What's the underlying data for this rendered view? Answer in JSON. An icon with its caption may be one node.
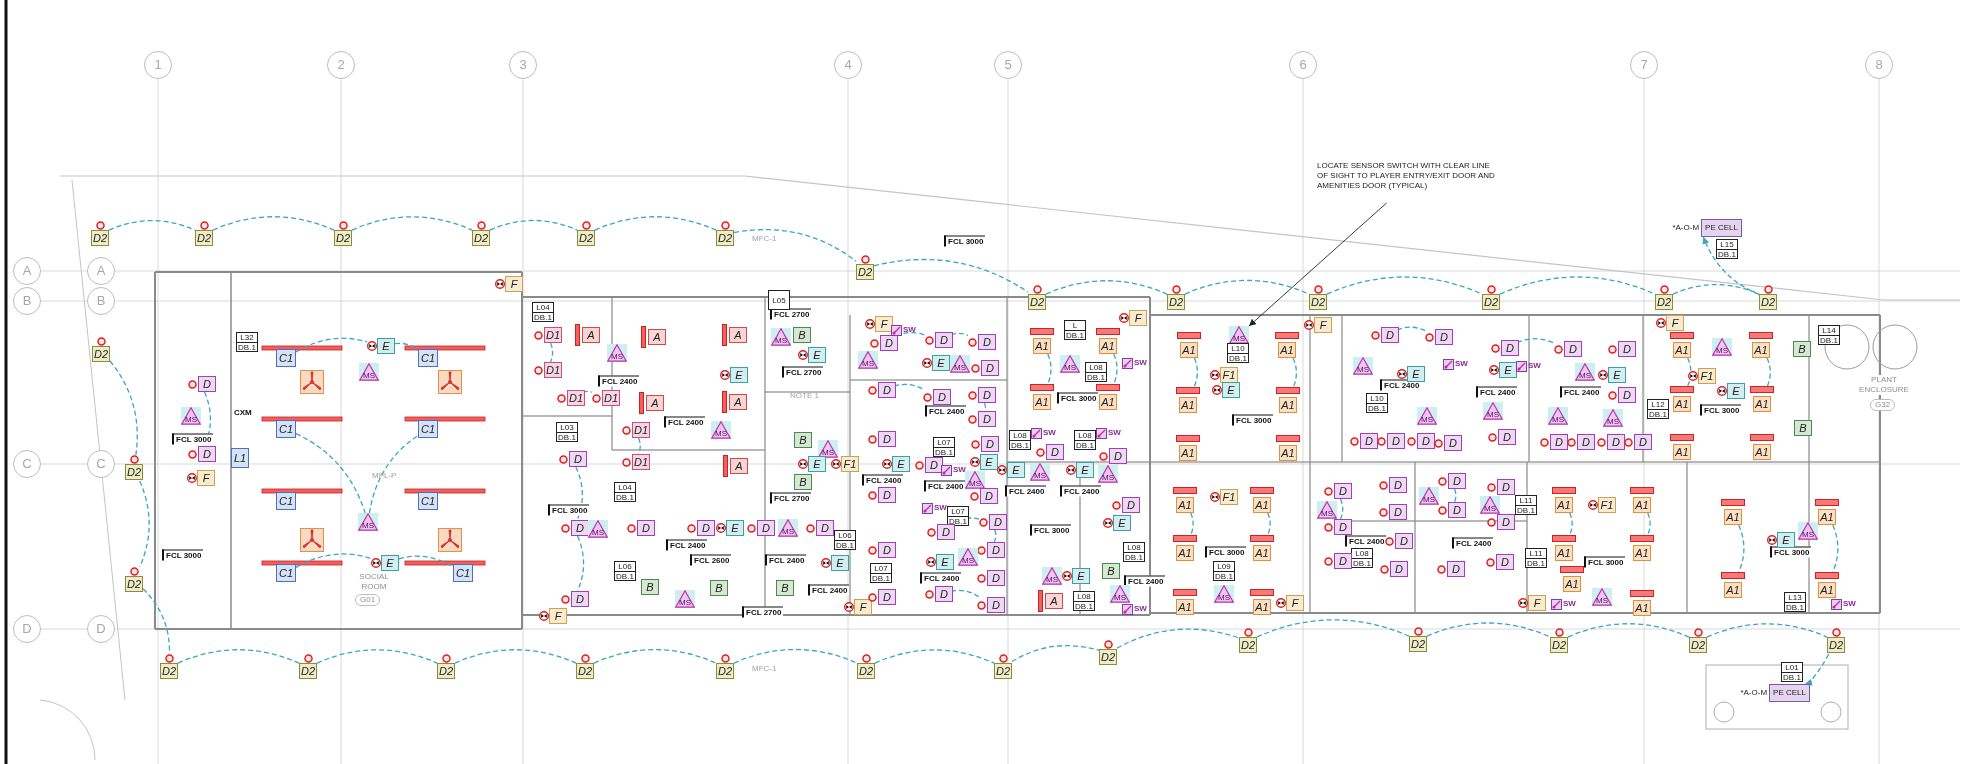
{
  "diagram": {
    "nodes": [
      {
        "text": [
          "1"
        ]
      },
      {
        "text": [
          "2"
        ]
      },
      {
        "text": [
          "3"
        ]
      },
      {
        "text": [
          "4"
        ]
      },
      {
        "text": [
          "5"
        ]
      },
      {
        "text": [
          "6"
        ]
      },
      {
        "text": [
          "7"
        ]
      },
      {
        "text": [
          "8"
        ]
      },
      {
        "text": [
          "A"
        ]
      },
      {
        "text": [
          "A"
        ]
      },
      {
        "text": [
          "B"
        ]
      },
      {
        "text": [
          "B"
        ]
      },
      {
        "text": [
          "C"
        ]
      },
      {
        "text": [
          "C"
        ]
      },
      {
        "text": [
          "D"
        ]
      },
      {
        "text": [
          "D"
        ]
      },
      {
        "text": [
          "LOCATE SENSOR SWITCH WITH CLEAR LINE OF SIGHT TO PLAYER ENTRY/EXIT DOOR AND AMENITIES DOOR (TYPICAL)"
        ]
      },
      {
        "text": [
          "*A-O-M",
          "PE CELL"
        ]
      },
      {
        "text": [
          "L15",
          "DB.1"
        ]
      },
      {
        "text": [
          "*A-O-M",
          "PE CELL"
        ]
      },
      {
        "text": [
          "L01",
          "DB.1"
        ]
      },
      {
        "text": [
          "D2"
        ]
      },
      {
        "text": [
          "D2"
        ]
      },
      {
        "text": [
          "D2"
        ]
      },
      {
        "text": [
          "D2"
        ]
      },
      {
        "text": [
          "D2"
        ]
      },
      {
        "text": [
          "D2"
        ]
      },
      {
        "text": [
          "D2"
        ]
      },
      {
        "text": [
          "D2"
        ]
      },
      {
        "text": [
          "D2"
        ]
      },
      {
        "text": [
          "D2"
        ]
      },
      {
        "text": [
          "D2"
        ]
      },
      {
        "text": [
          "D2"
        ]
      },
      {
        "text": [
          "D2"
        ]
      },
      {
        "text": [
          "D2"
        ]
      },
      {
        "text": [
          "D2"
        ]
      },
      {
        "text": [
          "D2"
        ]
      },
      {
        "text": [
          "D2"
        ]
      },
      {
        "text": [
          "D2"
        ]
      },
      {
        "text": [
          "D2"
        ]
      },
      {
        "text": [
          "D2"
        ]
      },
      {
        "text": [
          "D2"
        ]
      },
      {
        "text": [
          "D2"
        ]
      },
      {
        "text": [
          "D2"
        ]
      },
      {
        "text": [
          "D2"
        ]
      },
      {
        "text": [
          "D2"
        ]
      },
      {
        "text": [
          "D2"
        ]
      },
      {
        "text": [
          "D2"
        ]
      },
      {
        "text": [
          "D2"
        ]
      },
      {
        "text": [
          "D2"
        ]
      },
      {
        "text": [
          "L32",
          "DB.1"
        ]
      },
      {
        "text": [
          "C1"
        ]
      },
      {
        "text": [
          "C1"
        ]
      },
      {
        "text": [
          "E"
        ]
      },
      {
        "text": [
          "MS"
        ]
      },
      {
        "text": [
          "C1"
        ]
      },
      {
        "text": [
          "C1"
        ]
      },
      {
        "text": [
          "C1"
        ]
      },
      {
        "text": [
          "C1"
        ]
      },
      {
        "text": [
          "MS"
        ]
      },
      {
        "text": [
          "C1"
        ]
      },
      {
        "text": [
          "E"
        ]
      },
      {
        "text": [
          "C1"
        ]
      },
      {
        "text": [
          "D"
        ]
      },
      {
        "text": [
          "MS"
        ]
      },
      {
        "text": [
          "D"
        ]
      },
      {
        "text": [
          "L1"
        ]
      },
      {
        "text": [
          "F"
        ]
      },
      {
        "text": [
          "F"
        ]
      },
      {
        "text": [
          "L04",
          "DB.1"
        ]
      },
      {
        "text": [
          "D1"
        ]
      },
      {
        "text": [
          "D1"
        ]
      },
      {
        "text": [
          "A"
        ]
      },
      {
        "text": [
          "MS"
        ]
      },
      {
        "text": [
          "D1"
        ]
      },
      {
        "text": [
          "D1"
        ]
      },
      {
        "text": [
          "D1"
        ]
      },
      {
        "text": [
          "D1"
        ]
      },
      {
        "text": [
          "A"
        ]
      },
      {
        "text": [
          "A"
        ]
      },
      {
        "text": [
          "A"
        ]
      },
      {
        "text": [
          "A"
        ]
      },
      {
        "text": [
          "A"
        ]
      },
      {
        "text": [
          "L03",
          "DB.1"
        ]
      },
      {
        "text": [
          "D"
        ]
      },
      {
        "text": [
          "D"
        ]
      },
      {
        "text": [
          "MS"
        ]
      },
      {
        "text": [
          "D"
        ]
      },
      {
        "text": [
          "F"
        ]
      },
      {
        "text": [
          "D"
        ]
      },
      {
        "text": [
          "L06",
          "DB.1"
        ]
      },
      {
        "text": [
          "B"
        ]
      },
      {
        "text": [
          "L04",
          "DB.1"
        ]
      },
      {
        "text": [
          "E"
        ]
      },
      {
        "text": [
          "MS"
        ]
      },
      {
        "text": [
          "L05"
        ]
      },
      {
        "text": [
          "MS"
        ]
      },
      {
        "text": [
          "B"
        ]
      },
      {
        "text": [
          "E"
        ]
      },
      {
        "text": [
          "B"
        ]
      },
      {
        "text": [
          "MS"
        ]
      },
      {
        "text": [
          "E"
        ]
      },
      {
        "text": [
          "F1"
        ]
      },
      {
        "text": [
          "B"
        ]
      },
      {
        "text": [
          "D"
        ]
      },
      {
        "text": [
          "E"
        ]
      },
      {
        "text": [
          "D"
        ]
      },
      {
        "text": [
          "MS"
        ]
      },
      {
        "text": [
          "D"
        ]
      },
      {
        "text": [
          "L06",
          "DB.1"
        ]
      },
      {
        "text": [
          "B"
        ]
      },
      {
        "text": [
          "MS"
        ]
      },
      {
        "text": [
          "B"
        ]
      },
      {
        "text": [
          "E"
        ]
      },
      {
        "text": [
          "F"
        ]
      },
      {
        "text": [
          "F"
        ]
      },
      {
        "text": [
          "D"
        ]
      },
      {
        "text": [
          "MS"
        ]
      },
      {
        "text": [
          "SW"
        ]
      },
      {
        "text": [
          "D"
        ]
      },
      {
        "text": [
          "E"
        ]
      },
      {
        "text": [
          "MS"
        ]
      },
      {
        "text": [
          "D"
        ]
      },
      {
        "text": [
          "D"
        ]
      },
      {
        "text": [
          "D"
        ]
      },
      {
        "text": [
          "D"
        ]
      },
      {
        "text": [
          "D"
        ]
      },
      {
        "text": [
          "D"
        ]
      },
      {
        "text": [
          "D"
        ]
      },
      {
        "text": [
          "E"
        ]
      },
      {
        "text": [
          "D"
        ]
      },
      {
        "text": [
          "L07",
          "DB.1"
        ]
      },
      {
        "text": [
          "SW"
        ]
      },
      {
        "text": [
          "D"
        ]
      },
      {
        "text": [
          "E"
        ]
      },
      {
        "text": [
          "MS"
        ]
      },
      {
        "text": [
          "D"
        ]
      },
      {
        "text": [
          "D"
        ]
      },
      {
        "text": [
          "D"
        ]
      },
      {
        "text": [
          "L07",
          "DB.1"
        ]
      },
      {
        "text": [
          "D"
        ]
      },
      {
        "text": [
          "SW"
        ]
      },
      {
        "text": [
          "L07",
          "DB.1"
        ]
      },
      {
        "text": [
          "D"
        ]
      },
      {
        "text": [
          "D"
        ]
      },
      {
        "text": [
          "D"
        ]
      },
      {
        "text": [
          "E"
        ]
      },
      {
        "text": [
          "MS"
        ]
      },
      {
        "text": [
          "D"
        ]
      },
      {
        "text": [
          "D"
        ]
      },
      {
        "text": [
          "D"
        ]
      },
      {
        "text": [
          "A1"
        ]
      },
      {
        "text": [
          "L",
          "DB.1"
        ]
      },
      {
        "text": [
          "A1"
        ]
      },
      {
        "text": [
          "F"
        ]
      },
      {
        "text": [
          "MS"
        ]
      },
      {
        "text": [
          "L08",
          "DB.1"
        ]
      },
      {
        "text": [
          "SW"
        ]
      },
      {
        "text": [
          "A1"
        ]
      },
      {
        "text": [
          "A1"
        ]
      },
      {
        "text": [
          "L08",
          "DB.1"
        ]
      },
      {
        "text": [
          "SW"
        ]
      },
      {
        "text": [
          "D"
        ]
      },
      {
        "text": [
          "E"
        ]
      },
      {
        "text": [
          "MS"
        ]
      },
      {
        "text": [
          "L08",
          "DB.1"
        ]
      },
      {
        "text": [
          "SW"
        ]
      },
      {
        "text": [
          "D"
        ]
      },
      {
        "text": [
          "E"
        ]
      },
      {
        "text": [
          "MS"
        ]
      },
      {
        "text": [
          "D"
        ]
      },
      {
        "text": [
          "MS"
        ]
      },
      {
        "text": [
          "E"
        ]
      },
      {
        "text": [
          "A"
        ]
      },
      {
        "text": [
          "L08",
          "DB.1"
        ]
      },
      {
        "text": [
          "E"
        ]
      },
      {
        "text": [
          "L08",
          "DB.1"
        ]
      },
      {
        "text": [
          "B"
        ]
      },
      {
        "text": [
          "MS"
        ]
      },
      {
        "text": [
          "SW"
        ]
      },
      {
        "text": [
          "A1"
        ]
      },
      {
        "text": [
          "MS"
        ]
      },
      {
        "text": [
          "L10",
          "DB.1"
        ]
      },
      {
        "text": [
          "A1"
        ]
      },
      {
        "text": [
          "F1"
        ]
      },
      {
        "text": [
          "A1"
        ]
      },
      {
        "text": [
          "E"
        ]
      },
      {
        "text": [
          "A1"
        ]
      },
      {
        "text": [
          "A1"
        ]
      },
      {
        "text": [
          "A1"
        ]
      },
      {
        "text": [
          "A1"
        ]
      },
      {
        "text": [
          "F1"
        ]
      },
      {
        "text": [
          "A1"
        ]
      },
      {
        "text": [
          "A1"
        ]
      },
      {
        "text": [
          "A1"
        ]
      },
      {
        "text": [
          "L09",
          "DB.1"
        ]
      },
      {
        "text": [
          "A1"
        ]
      },
      {
        "text": [
          "MS"
        ]
      },
      {
        "text": [
          "A1"
        ]
      },
      {
        "text": [
          "F"
        ]
      },
      {
        "text": [
          "F"
        ]
      },
      {
        "text": [
          "D"
        ]
      },
      {
        "text": [
          "D"
        ]
      },
      {
        "text": [
          "MS"
        ]
      },
      {
        "text": [
          "E"
        ]
      },
      {
        "text": [
          "SW"
        ]
      },
      {
        "text": [
          "D"
        ]
      },
      {
        "text": [
          "E"
        ]
      },
      {
        "text": [
          "SW"
        ]
      },
      {
        "text": [
          "D"
        ]
      },
      {
        "text": [
          "MS"
        ]
      },
      {
        "text": [
          "E"
        ]
      },
      {
        "text": [
          "D"
        ]
      },
      {
        "text": [
          "L10",
          "DB.1"
        ]
      },
      {
        "text": [
          "MS"
        ]
      },
      {
        "text": [
          "D"
        ]
      },
      {
        "text": [
          "D"
        ]
      },
      {
        "text": [
          "D"
        ]
      },
      {
        "text": [
          "D"
        ]
      },
      {
        "text": [
          "MS"
        ]
      },
      {
        "text": [
          "D"
        ]
      },
      {
        "text": [
          "D"
        ]
      },
      {
        "text": [
          "MS"
        ]
      },
      {
        "text": [
          "MS"
        ]
      },
      {
        "text": [
          "D"
        ]
      },
      {
        "text": [
          "D"
        ]
      },
      {
        "text": [
          "D"
        ]
      },
      {
        "text": [
          "D"
        ]
      },
      {
        "text": [
          "F"
        ]
      },
      {
        "text": [
          "A1"
        ]
      },
      {
        "text": [
          "MS"
        ]
      },
      {
        "text": [
          "A1"
        ]
      },
      {
        "text": [
          "F1"
        ]
      },
      {
        "text": [
          "A1"
        ]
      },
      {
        "text": [
          "E"
        ]
      },
      {
        "text": [
          "A1"
        ]
      },
      {
        "text": [
          "L12",
          "DB.1"
        ]
      },
      {
        "text": [
          "A1"
        ]
      },
      {
        "text": [
          "A1"
        ]
      },
      {
        "text": [
          "B"
        ]
      },
      {
        "text": [
          "L14",
          "DB.1"
        ]
      },
      {
        "text": [
          "B"
        ]
      },
      {
        "text": [
          "D"
        ]
      },
      {
        "text": [
          "MS"
        ]
      },
      {
        "text": [
          "D"
        ]
      },
      {
        "text": [
          "D"
        ]
      },
      {
        "text": [
          "D"
        ]
      },
      {
        "text": [
          "L08",
          "DB.1"
        ]
      },
      {
        "text": [
          "D"
        ]
      },
      {
        "text": [
          "D"
        ]
      },
      {
        "text": [
          "D"
        ]
      },
      {
        "text": [
          "D"
        ]
      },
      {
        "text": [
          "MS"
        ]
      },
      {
        "text": [
          "D"
        ]
      },
      {
        "text": [
          "MS"
        ]
      },
      {
        "text": [
          "D"
        ]
      },
      {
        "text": [
          "D"
        ]
      },
      {
        "text": [
          "D"
        ]
      },
      {
        "text": [
          "D"
        ]
      },
      {
        "text": [
          "L11",
          "DB.1"
        ]
      },
      {
        "text": [
          "A1"
        ]
      },
      {
        "text": [
          "F1"
        ]
      },
      {
        "text": [
          "A1"
        ]
      },
      {
        "text": [
          "A1"
        ]
      },
      {
        "text": [
          "A1"
        ]
      },
      {
        "text": [
          "L11",
          "DB.1"
        ]
      },
      {
        "text": [
          "A1"
        ]
      },
      {
        "text": [
          "A1"
        ]
      },
      {
        "text": [
          "MS"
        ]
      },
      {
        "text": [
          "F"
        ]
      },
      {
        "text": [
          "SW"
        ]
      },
      {
        "text": [
          "A1"
        ]
      },
      {
        "text": [
          "A1"
        ]
      },
      {
        "text": [
          "E"
        ]
      },
      {
        "text": [
          "MS"
        ]
      },
      {
        "text": [
          "A1"
        ]
      },
      {
        "text": [
          "A1"
        ]
      },
      {
        "text": [
          "L13",
          "DB.1"
        ]
      },
      {
        "text": [
          "SW"
        ]
      }
    ],
    "edges": [
      {
        "from": 21,
        "to": 22,
        "arrow": "none",
        "style": "dashed"
      },
      {
        "from": 22,
        "to": 23,
        "arrow": "none",
        "style": "dashed"
      },
      {
        "from": 23,
        "to": 24,
        "arrow": "none",
        "style": "dashed"
      },
      {
        "from": 24,
        "to": 25,
        "arrow": "none",
        "style": "dashed"
      },
      {
        "from": 25,
        "to": 26,
        "arrow": "none",
        "style": "dashed"
      },
      {
        "from": 26,
        "to": 27,
        "arrow": "none",
        "style": "dashed"
      },
      {
        "from": 27,
        "to": 28,
        "arrow": "none",
        "style": "dashed"
      },
      {
        "from": 28,
        "to": 29,
        "arrow": "none",
        "style": "dashed"
      },
      {
        "from": 29,
        "to": 30,
        "arrow": "none",
        "style": "dashed"
      },
      {
        "from": 30,
        "to": 31,
        "arrow": "none",
        "style": "dashed"
      },
      {
        "from": 31,
        "to": 32,
        "arrow": "none",
        "style": "dashed"
      },
      {
        "from": 32,
        "to": 33,
        "arrow": "none",
        "style": "dashed"
      },
      {
        "from": 33,
        "to": 17,
        "arrow": "to",
        "style": "dashed"
      },
      {
        "from": 34,
        "to": 35,
        "arrow": "none",
        "style": "dashed"
      },
      {
        "from": 35,
        "to": 36,
        "arrow": "none",
        "style": "dashed"
      },
      {
        "from": 36,
        "to": 37,
        "arrow": "none",
        "style": "dashed"
      },
      {
        "from": 37,
        "to": 38,
        "arrow": "none",
        "style": "dashed"
      },
      {
        "from": 38,
        "to": 39,
        "arrow": "none",
        "style": "dashed"
      },
      {
        "from": 39,
        "to": 40,
        "arrow": "none",
        "style": "dashed"
      },
      {
        "from": 40,
        "to": 41,
        "arrow": "none",
        "style": "dashed"
      },
      {
        "from": 41,
        "to": 42,
        "arrow": "none",
        "style": "dashed"
      },
      {
        "from": 42,
        "to": 43,
        "arrow": "none",
        "style": "dashed"
      },
      {
        "from": 43,
        "to": 44,
        "arrow": "none",
        "style": "dashed"
      },
      {
        "from": 44,
        "to": 45,
        "arrow": "none",
        "style": "dashed"
      },
      {
        "from": 45,
        "to": 46,
        "arrow": "none",
        "style": "dashed"
      },
      {
        "from": 46,
        "to": 47,
        "arrow": "none",
        "style": "dashed"
      },
      {
        "from": 47,
        "to": 48,
        "arrow": "none",
        "style": "dashed"
      },
      {
        "from": 48,
        "to": 49,
        "arrow": "none",
        "style": "dashed"
      },
      {
        "from": 49,
        "to": 19,
        "arrow": "to",
        "style": "dashed"
      },
      {
        "from": 16,
        "to": 181,
        "arrow": "to",
        "color": "#222222"
      },
      {
        "from": 51,
        "to": 53,
        "arrow": "none",
        "style": "dashed"
      },
      {
        "from": 53,
        "to": 52,
        "arrow": "none",
        "style": "dashed"
      },
      {
        "from": 55,
        "to": 59,
        "arrow": "none",
        "style": "dashed"
      },
      {
        "from": 59,
        "to": 56,
        "arrow": "none",
        "style": "dashed"
      },
      {
        "from": 60,
        "to": 61,
        "arrow": "none",
        "style": "dashed"
      },
      {
        "from": 61,
        "to": 62,
        "arrow": "none",
        "style": "dashed"
      },
      {
        "from": 63,
        "to": 65,
        "arrow": "none",
        "style": "dashed"
      },
      {
        "from": 70,
        "to": 71,
        "arrow": "none",
        "style": "dashed"
      },
      {
        "from": 74,
        "to": 75,
        "arrow": "none",
        "style": "dashed"
      },
      {
        "from": 76,
        "to": 77,
        "arrow": "none",
        "style": "dashed"
      },
      {
        "from": 84,
        "to": 85,
        "arrow": "none",
        "style": "dashed"
      },
      {
        "from": 85,
        "to": 87,
        "arrow": "none",
        "style": "dashed"
      },
      {
        "from": 116,
        "to": 119,
        "arrow": "none",
        "style": "dashed"
      },
      {
        "from": 119,
        "to": 122,
        "arrow": "none",
        "style": "dashed"
      },
      {
        "from": 124,
        "to": 125,
        "arrow": "none",
        "style": "dashed"
      },
      {
        "from": 126,
        "to": 127,
        "arrow": "none",
        "style": "dashed"
      },
      {
        "from": 143,
        "to": 144,
        "arrow": "none",
        "style": "dashed"
      },
      {
        "from": 144,
        "to": 145,
        "arrow": "none",
        "style": "dashed"
      },
      {
        "from": 149,
        "to": 150,
        "arrow": "none",
        "style": "dashed"
      },
      {
        "from": 151,
        "to": 158,
        "arrow": "none",
        "style": "dashed"
      },
      {
        "from": 153,
        "to": 159,
        "arrow": "none",
        "style": "dashed"
      },
      {
        "from": 180,
        "to": 185,
        "arrow": "none",
        "style": "dashed"
      },
      {
        "from": 183,
        "to": 187,
        "arrow": "none",
        "style": "dashed"
      },
      {
        "from": 190,
        "to": 193,
        "arrow": "none",
        "style": "dashed"
      },
      {
        "from": 192,
        "to": 194,
        "arrow": "none",
        "style": "dashed"
      },
      {
        "from": 201,
        "to": 202,
        "arrow": "none",
        "style": "dashed"
      },
      {
        "from": 206,
        "to": 209,
        "arrow": "none",
        "style": "dashed"
      },
      {
        "from": 229,
        "to": 233,
        "arrow": "none",
        "style": "dashed"
      },
      {
        "from": 231,
        "to": 235,
        "arrow": "none",
        "style": "dashed"
      },
      {
        "from": 242,
        "to": 245,
        "arrow": "none",
        "style": "dashed"
      },
      {
        "from": 251,
        "to": 255,
        "arrow": "none",
        "style": "dashed"
      },
      {
        "from": 260,
        "to": 263,
        "arrow": "none",
        "style": "dashed"
      },
      {
        "from": 262,
        "to": 264,
        "arrow": "none",
        "style": "dashed"
      },
      {
        "from": 271,
        "to": 275,
        "arrow": "none",
        "style": "dashed"
      },
      {
        "from": 272,
        "to": 276,
        "arrow": "none",
        "style": "dashed"
      }
    ],
    "labels": [
      "FCL 3000",
      "FCL 3000",
      "FCL 3000",
      "FCL 2400",
      "FCL 2400",
      "FCL 2700",
      "FCL 2700",
      "NOTE 1",
      "FCL 2700",
      "FCL 2400",
      "FCL 2600",
      "FCL 2400",
      "FCL 2700",
      "FCL 2400",
      "FCL 3000",
      "FCL 2400",
      "FCL 2400",
      "FCL 2400",
      "FCL 2400",
      "FCL 3000",
      "FCL 2400",
      "FCL 2400",
      "FCL 3000",
      "FCL 2400",
      "FCL 3000",
      "FCL 3000",
      "FCL 2400",
      "FCL 2400",
      "FCL 2400",
      "FCL 3000",
      "FCL 2400",
      "FCL 2400",
      "FCL 3000",
      "FCL 3000",
      "SOCIAL ROOM",
      "G01",
      "MPL-P",
      "MFC-1",
      "MFC-1",
      "PLANT ENCLOSURE",
      "G32",
      "CXM"
    ]
  }
}
